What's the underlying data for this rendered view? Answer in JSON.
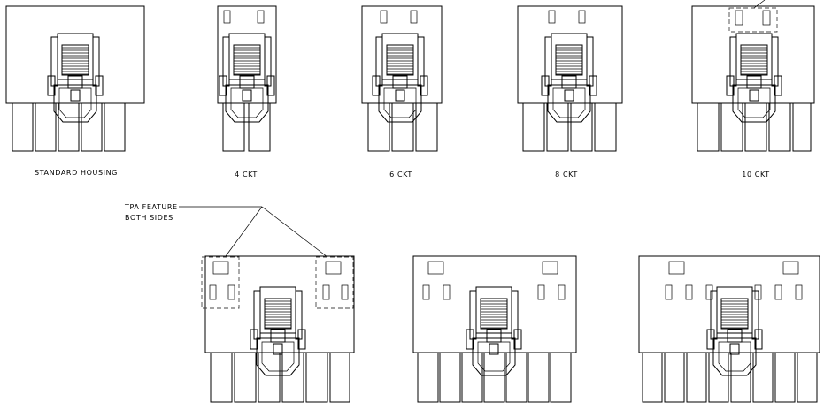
{
  "variants": [
    {
      "id": "standard",
      "label": "STANDARD HOUSING",
      "pins": 5,
      "top_cavities": 0,
      "tpa_boxes": false
    },
    {
      "id": "4ckt",
      "label": "4 CKT",
      "pins": 2,
      "top_cavities": 2,
      "tpa_boxes": false
    },
    {
      "id": "6ckt",
      "label": "6 CKT",
      "pins": 3,
      "top_cavities": 2,
      "tpa_boxes": false
    },
    {
      "id": "8ckt",
      "label": "8 CKT",
      "pins": 4,
      "top_cavities": 2,
      "tpa_boxes": false
    },
    {
      "id": "10ckt",
      "label": "10 CKT",
      "pins": 5,
      "top_cavities": 2,
      "tpa_boxes": true
    },
    {
      "id": "12ckt",
      "label": "",
      "pins": 6,
      "side_cavities": 2,
      "tpa_boxes": true
    },
    {
      "id": "14ckt",
      "label": "",
      "pins": 7,
      "side_cavities": 2,
      "tpa_boxes": false
    },
    {
      "id": "16ckt",
      "label": "",
      "pins": 8,
      "side_cavities": 3,
      "tpa_boxes": false
    }
  ],
  "callout": {
    "line1": "TPA FEATURE",
    "line2": "BOTH SIDES"
  },
  "colors": {
    "ink": "#000000",
    "dash": "#444444",
    "background": "#ffffff"
  }
}
